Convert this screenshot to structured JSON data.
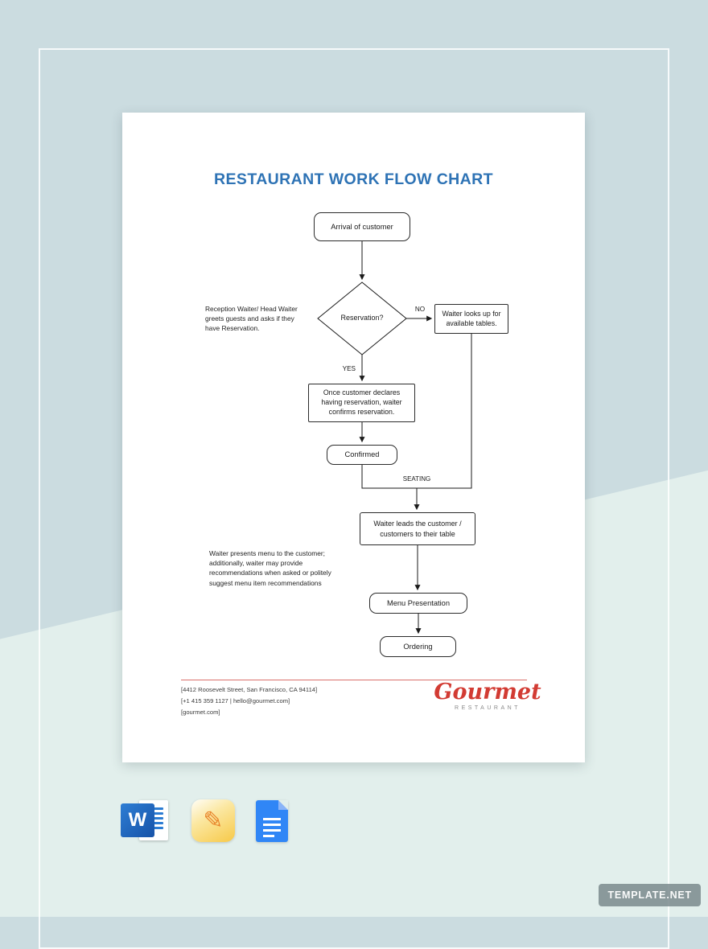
{
  "title": "RESTAURANT WORK FLOW CHART",
  "flowchart": {
    "arrival": "Arrival of customer",
    "decision": "Reservation?",
    "no": "NO",
    "yes": "YES",
    "lookup": "Waiter looks up for available tables.",
    "confirm_declare": "Once customer declares having reservation, waiter confirms reservation.",
    "confirmed": "Confirmed",
    "seating": "SEATING",
    "leads": "Waiter leads the customer / customers to their table",
    "menu": "Menu Presentation",
    "ordering": "Ordering",
    "note_reception": "Reception Waiter/ Head Waiter greets guests and asks if they have Reservation.",
    "note_menu": "Waiter presents menu to the customer; additionally, waiter may provide recommendations when asked or politely suggest menu item recommendations"
  },
  "footer": {
    "address": "[4412 Roosevelt Street, San Francisco, CA 94114]",
    "phone_email": "[+1 415 359 1127 | hello@gourmet.com]",
    "website": "[gourmet.com]",
    "logo": "Gourmet",
    "logo_sub": "RESTAURANT"
  },
  "app_icons": {
    "word": {
      "name": "word-icon",
      "letter": "W"
    },
    "pages": {
      "name": "pages-icon",
      "glyph": "✎"
    },
    "docs": {
      "name": "google-docs-icon"
    }
  },
  "watermark": "TEMPLATE.NET",
  "colors": {
    "title_blue": "#2e73b5",
    "logo_red": "#d23b33",
    "divider_red": "#d9706a",
    "bg_dark": "#cbdce0",
    "bg_light": "#e2efec",
    "word_blue": "#1753a8",
    "docs_blue": "#3086f6",
    "pages_orange": "#e8842b"
  }
}
